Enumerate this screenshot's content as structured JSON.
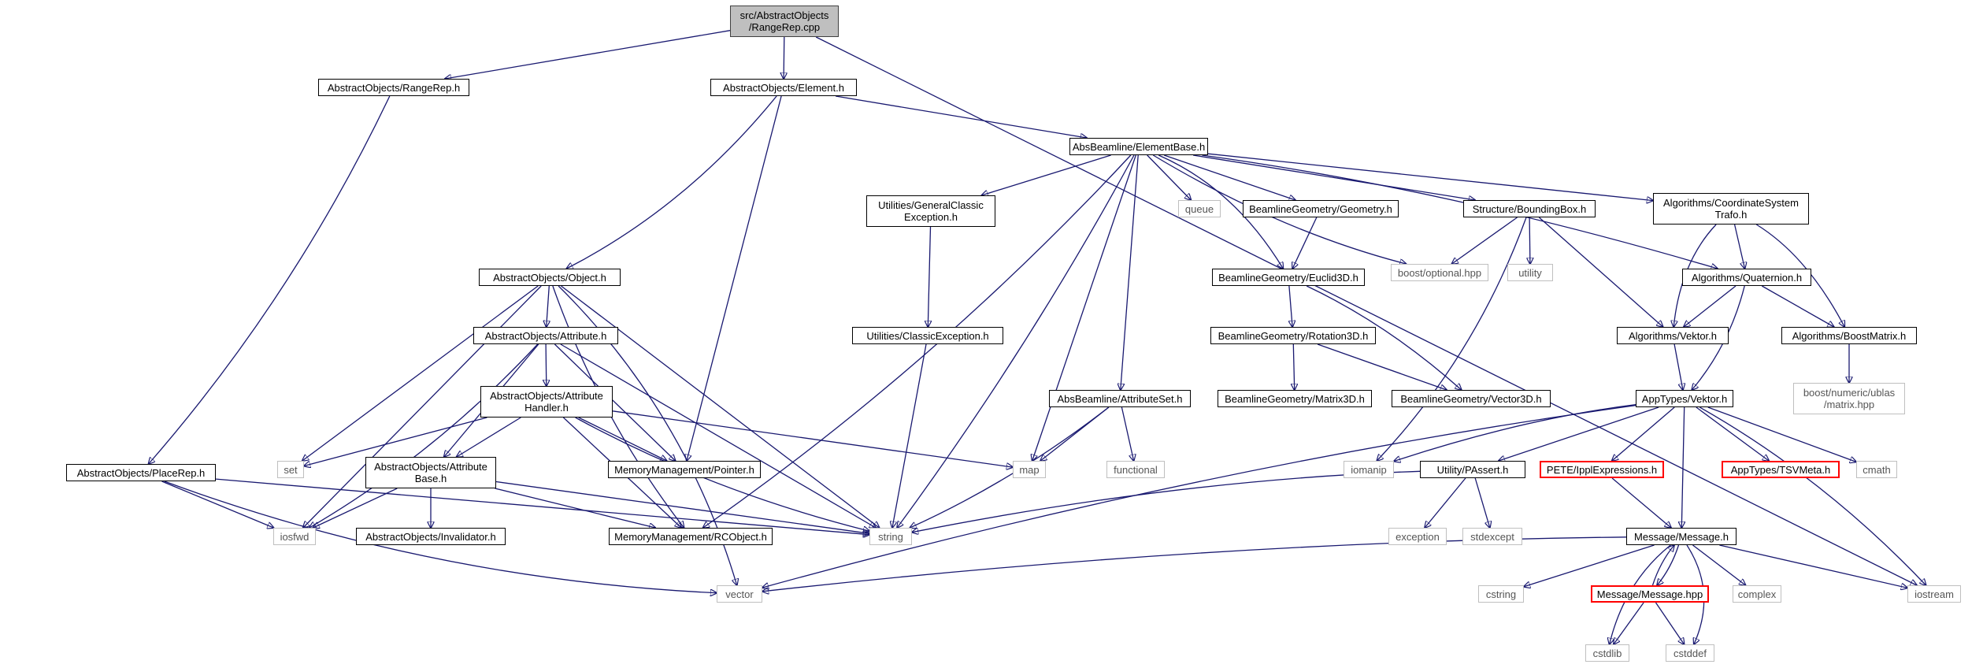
{
  "colors": {
    "edge": "#191970",
    "root_fill": "#bfbfbf",
    "node_border": "#000000",
    "external_border": "#bfbfbf",
    "missing_border": "#ff0000"
  },
  "nodes": {
    "root": "src/AbstractObjects\n/RangeRep.cpp",
    "rangerep_h": "AbstractObjects/RangeRep.h",
    "element_h": "AbstractObjects/Element.h",
    "placerep_h": "AbstractObjects/PlaceRep.h",
    "object_h": "AbstractObjects/Object.h",
    "elementbase_h": "AbsBeamline/ElementBase.h",
    "attribute_h": "AbstractObjects/Attribute.h",
    "attributehandler_h": "AbstractObjects/Attribute\nHandler.h",
    "attributebase_h": "AbstractObjects/Attribute\nBase.h",
    "invalidator_h": "AbstractObjects/Invalidator.h",
    "pointer_h": "MemoryManagement/Pointer.h",
    "rcobject_h": "MemoryManagement/RCObject.h",
    "generalclassic_h": "Utilities/GeneralClassic\nException.h",
    "classicexception_h": "Utilities/ClassicException.h",
    "attributeset_h": "AbsBeamline/AttributeSet.h",
    "geometry_h": "BeamlineGeometry/Geometry.h",
    "euclid3d_h": "BeamlineGeometry/Euclid3D.h",
    "rotation3d_h": "BeamlineGeometry/Rotation3D.h",
    "matrix3d_h": "BeamlineGeometry/Matrix3D.h",
    "vector3d_h": "BeamlineGeometry/Vector3D.h",
    "boundingbox_h": "Structure/BoundingBox.h",
    "coordtrafo_h": "Algorithms/CoordinateSystem\nTrafo.h",
    "quaternion_h": "Algorithms/Quaternion.h",
    "alg_vektor_h": "Algorithms/Vektor.h",
    "boostmatrix_h": "Algorithms/BoostMatrix.h",
    "apptypes_vektor_h": "AppTypes/Vektor.h",
    "passert_h": "Utility/PAssert.h",
    "ipplexpr_h": "PETE/IpplExpressions.h",
    "tsvmeta_h": "AppTypes/TSVMeta.h",
    "message_h": "Message/Message.h",
    "message_hpp": "Message/Message.hpp",
    "queue": "queue",
    "boost_optional": "boost/optional.hpp",
    "utility": "utility",
    "ublas_matrix": "boost/numeric/ublas\n/matrix.hpp",
    "set": "set",
    "iosfwd": "iosfwd",
    "string": "string",
    "map": "map",
    "functional": "functional",
    "iomanip": "iomanip",
    "exception": "exception",
    "stdexcept": "stdexcept",
    "cmath": "cmath",
    "iostream": "iostream",
    "vector": "vector",
    "cstring": "cstring",
    "complex": "complex",
    "cstdlib": "cstdlib",
    "cstddef": "cstddef"
  }
}
